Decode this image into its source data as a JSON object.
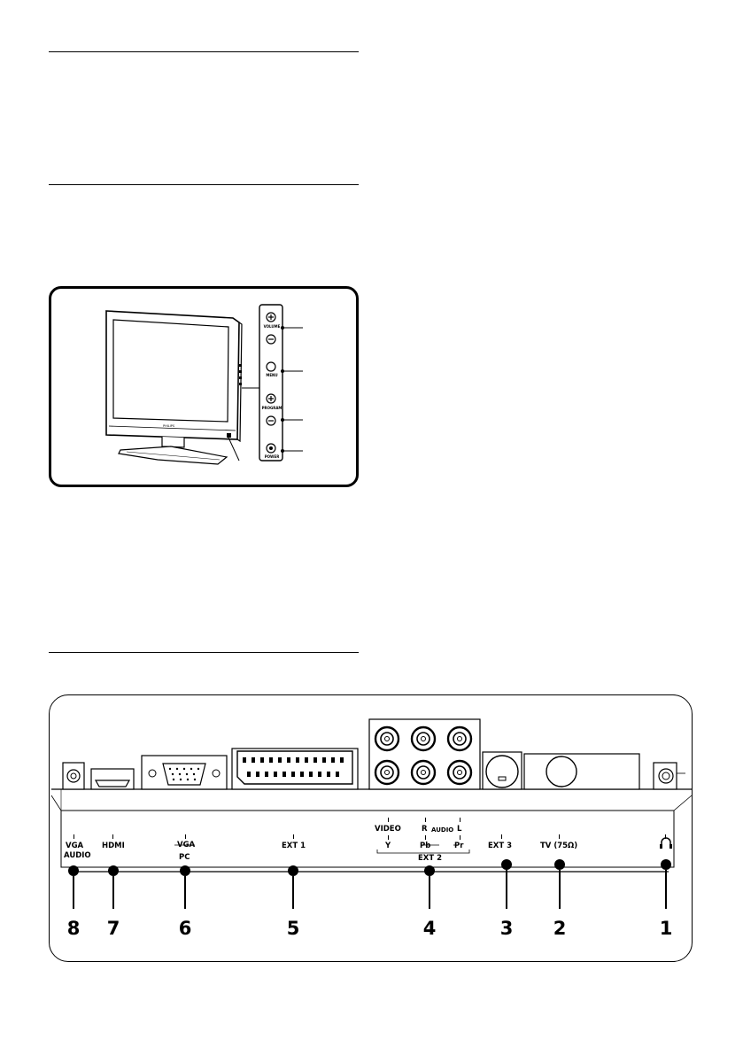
{
  "front_panel": {
    "volume_label": "VOLUME",
    "menu_label": "MENU",
    "program_label": "PROGRAM",
    "power_label": "POWER",
    "brand_label": "PHILIPS"
  },
  "back_panel": {
    "connectors": [
      {
        "number": "8",
        "label": "VGA",
        "label2": "AUDIO"
      },
      {
        "number": "7",
        "label": "HDMI"
      },
      {
        "number": "6",
        "label": "VGA",
        "label2": "PC"
      },
      {
        "number": "5",
        "label": "EXT 1"
      },
      {
        "number": "4",
        "video": "VIDEO",
        "y": "Y",
        "r": "R",
        "audio": "AUDIO",
        "l": "L",
        "pb": "Pb",
        "pr": "Pr",
        "group": "EXT 2"
      },
      {
        "number": "3",
        "label": "EXT 3"
      },
      {
        "number": "2",
        "label": "TV (75Ω)"
      },
      {
        "number": "1",
        "label": "headphone"
      }
    ]
  }
}
